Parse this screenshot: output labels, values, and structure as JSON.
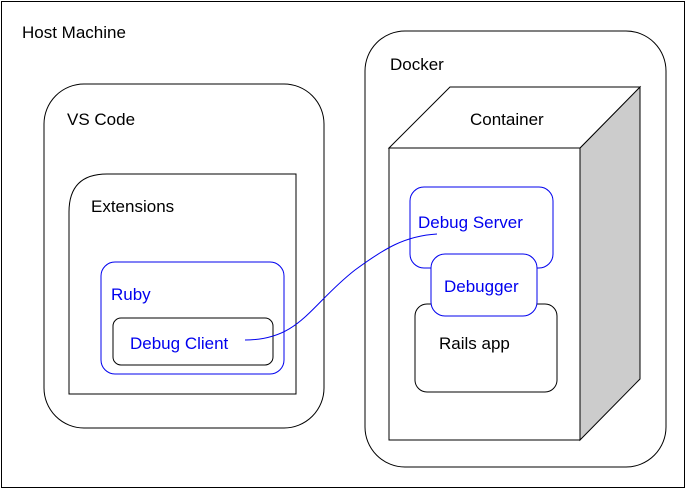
{
  "colors": {
    "stroke": "#000000",
    "accent": "#0000ee",
    "shade": "#cccccc",
    "background": "#ffffff"
  },
  "labels": {
    "host_machine": "Host Machine",
    "vs_code": "VS Code",
    "extensions": "Extensions",
    "ruby": "Ruby",
    "debug_client": "Debug Client",
    "docker": "Docker",
    "container": "Container",
    "debug_server": "Debug Server",
    "debugger": "Debugger",
    "rails_app": "Rails app"
  }
}
